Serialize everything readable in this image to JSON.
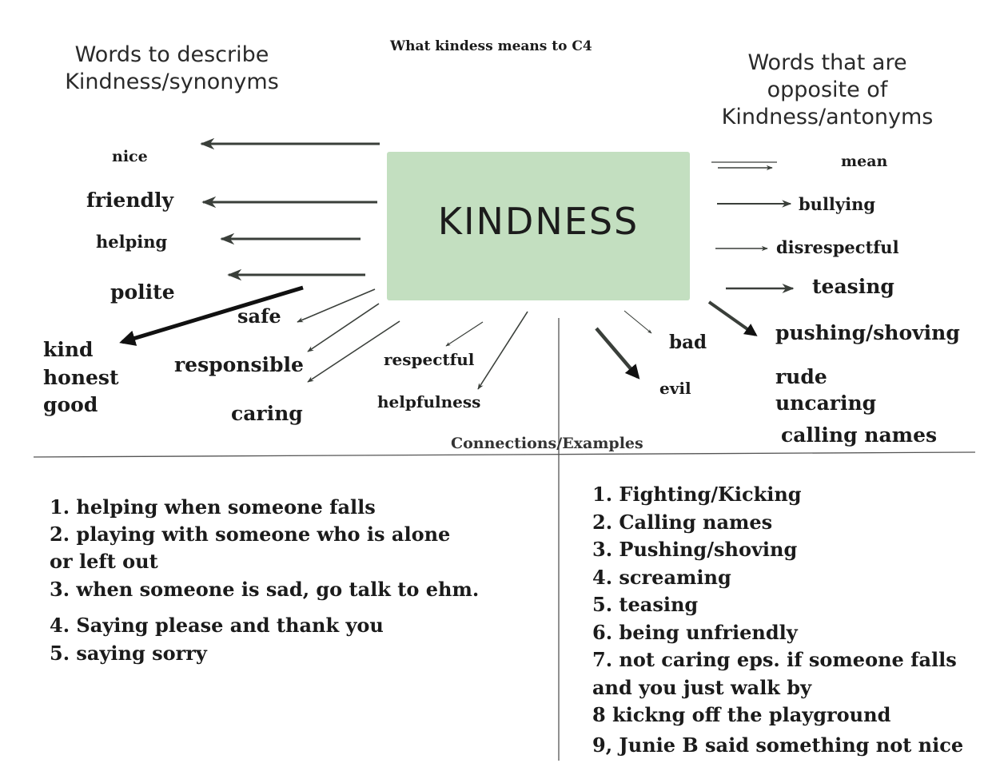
{
  "title": "What kindess means to C4",
  "center_label": "KINDNESS",
  "synonyms_heading": "Words to describe Kindness/synonyms",
  "antonyms_heading": "Words that are opposite of Kindness/antonyms",
  "synonyms": {
    "nice": "nice",
    "friendly": "friendly",
    "helping": "helping",
    "polite": "polite",
    "safe": "safe",
    "kind": "kind",
    "honest": "honest",
    "good": "good",
    "responsible": "responsible",
    "caring": "caring",
    "respectful": "respectful",
    "helpfulness": "helpfulness"
  },
  "antonyms": {
    "mean": "mean",
    "bullying": "bullying",
    "disrespectful": "disrespectful",
    "teasing": "teasing",
    "pushing_shoving": "pushing/shoving",
    "bad": "bad",
    "evil": "evil",
    "rude": "rude",
    "uncaring": "uncaring",
    "calling_names": "calling names"
  },
  "connections_heading": "Connections/Examples",
  "kind_examples": [
    "1.  helping when someone falls",
    "2.  playing with someone who is alone",
    "or left out",
    "3.  when someone is sad, go talk to ehm.",
    "4.  Saying please and thank you",
    "5.  saying sorry"
  ],
  "unkind_examples": [
    "1.  Fighting/Kicking",
    "2.  Calling names",
    "3.  Pushing/shoving",
    "4.  screaming",
    "5.  teasing",
    "6.  being unfriendly",
    "7.  not caring eps. if someone falls",
    "and you just walk by",
    "8   kickng off the playground",
    "9,  Junie B said something not nice"
  ]
}
